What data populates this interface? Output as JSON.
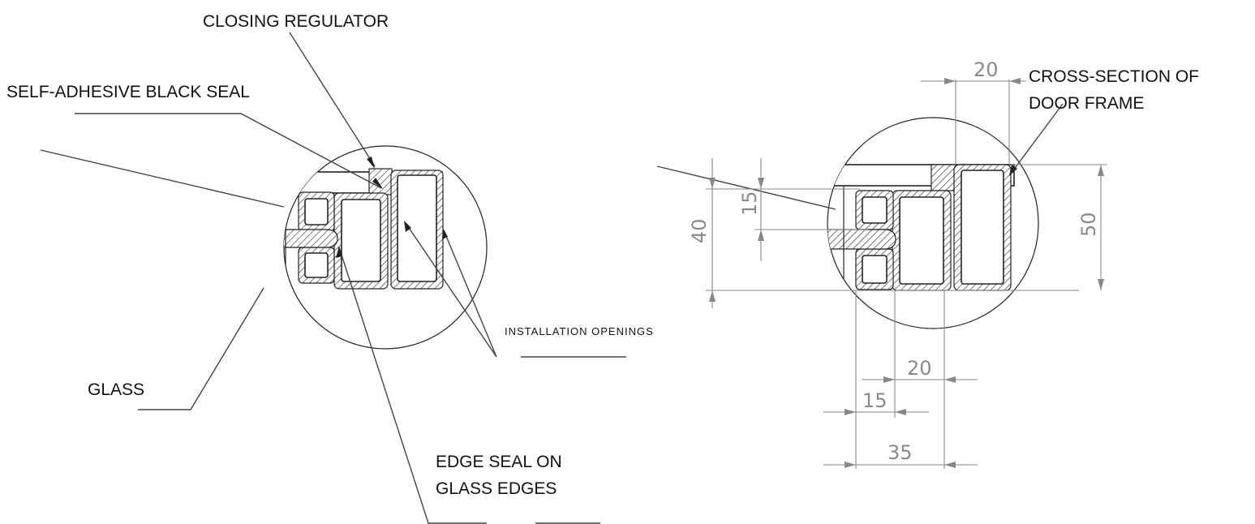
{
  "labels": {
    "closing_regulator": "CLOSING REGULATOR",
    "self_adhesive_seal": "SELF-ADHESIVE BLACK SEAL",
    "glass": "GLASS",
    "installation_openings": "INSTALLATION OPENINGS",
    "edge_seal_line1": "EDGE SEAL ON",
    "edge_seal_line2": "GLASS EDGES",
    "cross_section_line1": "CROSS-SECTION OF",
    "cross_section_line2": "DOOR FRAME"
  },
  "dimensions": {
    "top_width": "20",
    "left_15": "15",
    "left_40": "40",
    "right_50": "50",
    "bottom_20": "20",
    "bottom_15": "15",
    "bottom_35": "35"
  },
  "colors": {
    "line": "#222222",
    "dimension": "#8a8a8a",
    "background": "#ffffff"
  }
}
